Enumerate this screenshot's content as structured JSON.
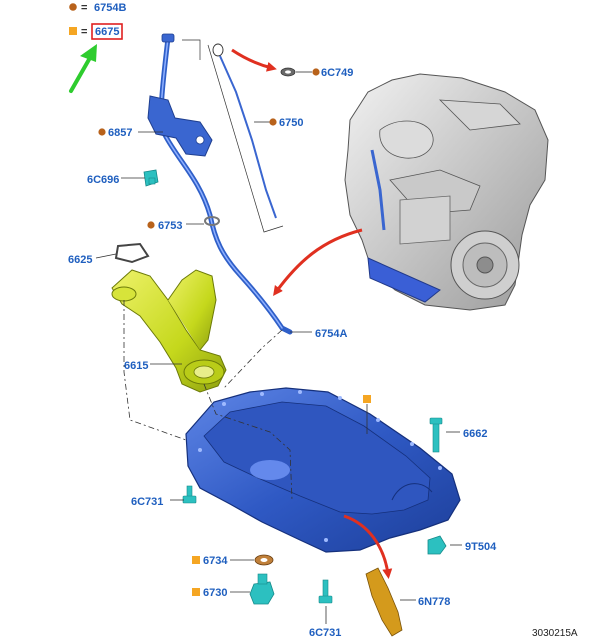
{
  "legend": {
    "circle_marker_text": "6754B",
    "square_marker_text": "6675",
    "equals": "="
  },
  "parts": {
    "p6C749": "6C749",
    "p6750": "6750",
    "p6857": "6857",
    "p6C696": "6C696",
    "p6753": "6753",
    "p6625": "6625",
    "p6754A": "6754A",
    "p6615": "6615",
    "p6662": "6662",
    "p6C731_left": "6C731",
    "p9T504": "9T504",
    "p6734": "6734",
    "p6N778": "6N778",
    "p6730": "6730",
    "p6C731_bottom": "6C731"
  },
  "diagram_id": "3030215A",
  "colors": {
    "label_blue": "#1f5fbf",
    "circle_marker": "#b8621b",
    "square_marker": "#f5a623",
    "highlight_box": "#e02020",
    "pointer_arrow": "#2ecc2e",
    "callout_arrow": "#e03020",
    "pan_blue": "#3a66d0",
    "pickup_yellow": "#c8dc1e",
    "fastener_teal": "#2cc0c0"
  },
  "icons": {
    "circle_marker": "brown-circle-marker-icon",
    "square_marker": "orange-square-marker-icon",
    "pointer": "green-arrow-icon",
    "callout": "red-curved-arrow-icon"
  }
}
